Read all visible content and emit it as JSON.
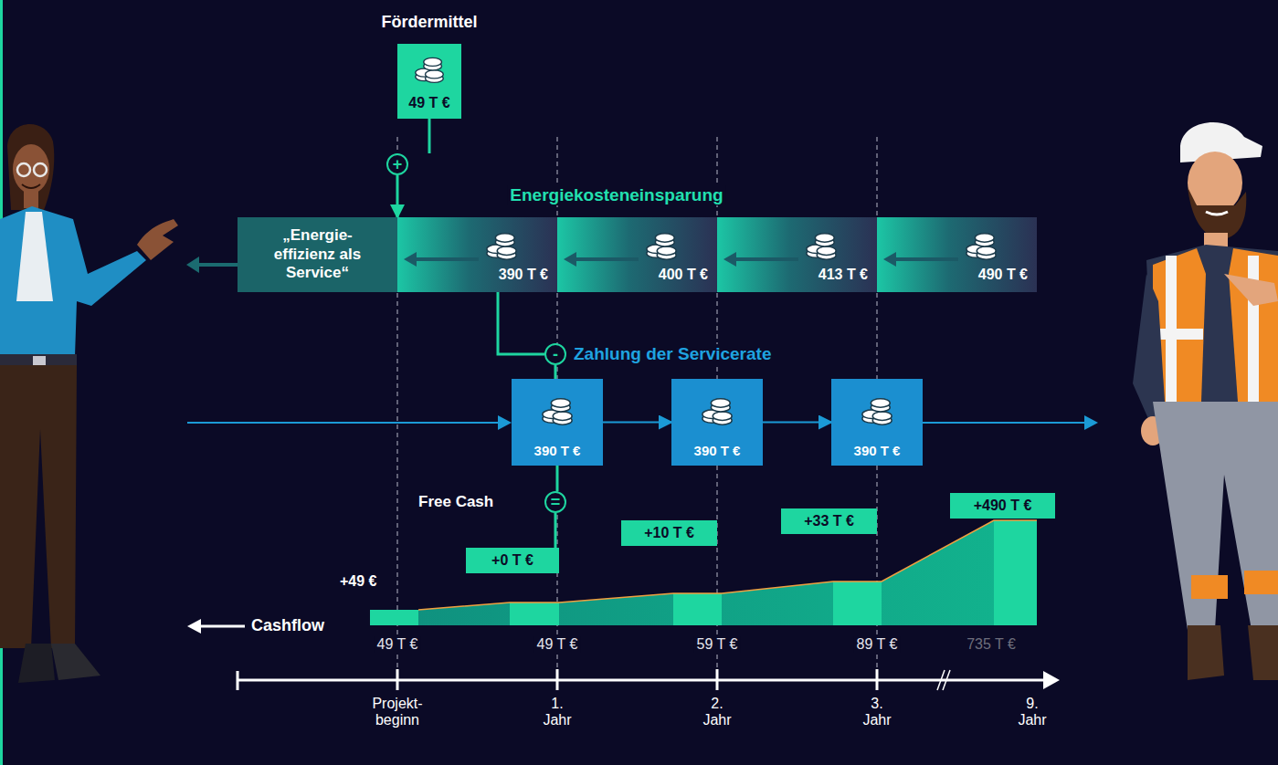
{
  "diagram": {
    "nodes": [
      {
        "text": [
          "Fördermittel",
          "49 T €"
        ]
      },
      {
        "text": [
          "+"
        ]
      },
      {
        "text": [
          "„Energie- effizienz als Service“"
        ]
      },
      {
        "text": [
          "390 T €"
        ]
      },
      {
        "text": [
          "400 T €"
        ]
      },
      {
        "text": [
          "413 T €"
        ]
      },
      {
        "text": [
          "490 T €"
        ]
      },
      {
        "text": [
          "-"
        ]
      },
      {
        "text": [
          "390 T €"
        ]
      },
      {
        "text": [
          "390 T €"
        ]
      },
      {
        "text": [
          "390 T €"
        ]
      },
      {
        "text": [
          "="
        ]
      },
      {
        "text": [
          "+0 T €"
        ]
      },
      {
        "text": [
          "+10 T €"
        ]
      },
      {
        "text": [
          "+33 T €"
        ]
      },
      {
        "text": [
          "+490 T €"
        ]
      }
    ],
    "edges": [
      {
        "from": 0,
        "to": 1,
        "arrow": "none"
      },
      {
        "from": 1,
        "to": 3,
        "arrow": "to"
      },
      {
        "from": 3,
        "to": 7,
        "arrow": "none"
      },
      {
        "from": 7,
        "to": 8,
        "arrow": "none"
      },
      {
        "from": 8,
        "to": 9,
        "arrow": "to"
      },
      {
        "from": 9,
        "to": 10,
        "arrow": "to"
      },
      {
        "from": 8,
        "to": 11,
        "arrow": "none"
      },
      {
        "from": 11,
        "to": 12,
        "arrow": "none"
      }
    ],
    "labels": [
      "Energiekosteneinsparung",
      "Zahlung der Servicerate",
      "Free Cash",
      "+49 €",
      "Cashflow",
      "49 T €",
      "49 T €",
      "59 T €",
      "89 T €",
      "735 T €",
      "Projekt- beginn",
      "1. Jahr",
      "2. Jahr",
      "3. Jahr",
      "9. Jahr"
    ]
  }
}
